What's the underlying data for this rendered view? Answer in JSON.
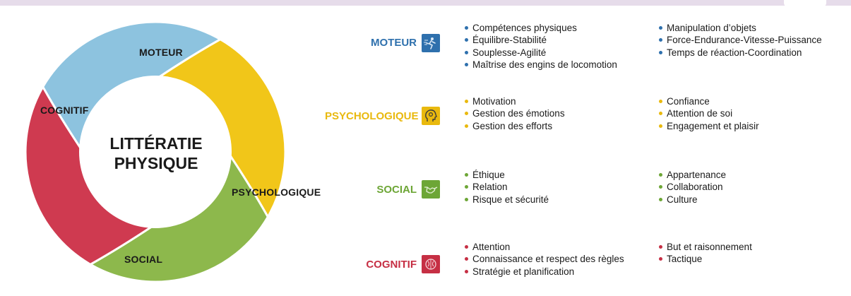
{
  "wheel": {
    "center_line1": "LITTÉRATIE",
    "center_line2": "PHYSIQUE",
    "segments": [
      {
        "label": "MOTEUR",
        "color": "#8dc3df"
      },
      {
        "label": "PSYCHOLOGIQUE",
        "color": "#f1c619"
      },
      {
        "label": "SOCIAL",
        "color": "#8db84c"
      },
      {
        "label": "COGNITIF",
        "color": "#cf3a50"
      }
    ]
  },
  "domains": [
    {
      "name": "MOTEUR",
      "color": "#2e70ad",
      "icon": "motion-figure-icon",
      "col1": [
        "Compétences physiques",
        "Équilibre-Stabilité",
        "Souplesse-Agilité",
        "Maîtrise des engins de locomotion"
      ],
      "col2": [
        "Manipulation d’objets",
        "Force-Endurance-Vitesse-Puissance",
        "Temps de réaction-Coordination"
      ]
    },
    {
      "name": "PSYCHOLOGIQUE",
      "color": "#e9b90e",
      "icon": "head-gear-icon",
      "col1": [
        "Motivation",
        "Gestion des émotions",
        "Gestion des efforts"
      ],
      "col2": [
        "Confiance",
        "Attention de soi",
        "Engagement et plaisir"
      ]
    },
    {
      "name": "SOCIAL",
      "color": "#6da636",
      "icon": "handshake-icon",
      "col1": [
        "Éthique",
        "Relation",
        "Risque et sécurité"
      ],
      "col2": [
        "Appartenance",
        "Collaboration",
        "Culture"
      ]
    },
    {
      "name": "COGNITIF",
      "color": "#c62f44",
      "icon": "brain-icon",
      "col1": [
        "Attention",
        "Connaissance et respect des règles",
        "Stratégie et planification"
      ],
      "col2": [
        "But et raisonnement",
        "Tactique"
      ]
    }
  ]
}
